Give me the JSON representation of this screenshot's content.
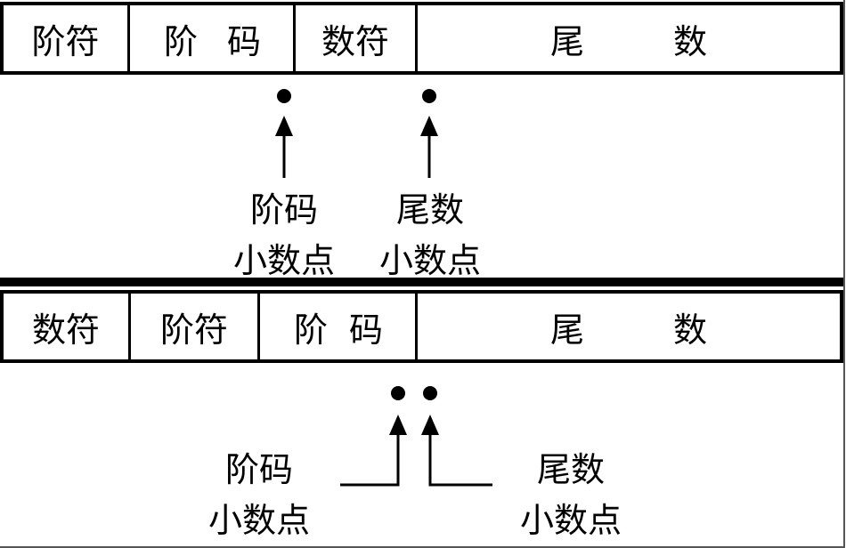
{
  "format_a": {
    "fields": [
      "阶符",
      "阶",
      "码",
      "数符",
      "尾",
      "数"
    ],
    "field_groups": [
      {
        "name": "阶符",
        "chars": [
          "阶符"
        ]
      },
      {
        "name": "阶码",
        "chars": [
          "阶",
          "码"
        ]
      },
      {
        "name": "数符",
        "chars": [
          "数符"
        ]
      },
      {
        "name": "尾数",
        "chars": [
          "尾",
          "数"
        ]
      }
    ],
    "exponent_point_label": [
      "阶码",
      "小数点"
    ],
    "mantissa_point_label": [
      "尾数",
      "小数点"
    ]
  },
  "format_b": {
    "field_groups": [
      {
        "name": "数符",
        "chars": [
          "数符"
        ]
      },
      {
        "name": "阶符",
        "chars": [
          "阶符"
        ]
      },
      {
        "name": "阶码",
        "chars": [
          "阶",
          "码"
        ]
      },
      {
        "name": "尾数",
        "chars": [
          "尾",
          "数"
        ]
      }
    ],
    "exponent_point_label": [
      "阶码",
      "小数点"
    ],
    "mantissa_point_label": [
      "尾数",
      "小数点"
    ]
  }
}
